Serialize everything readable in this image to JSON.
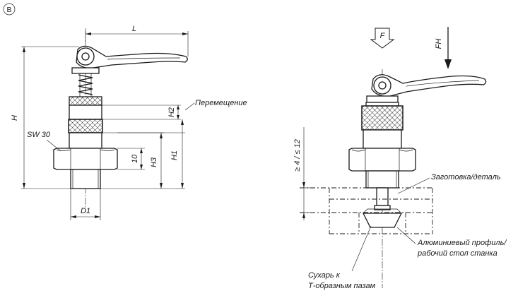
{
  "view_label": "B",
  "left_view": {
    "dimensions": {
      "length": "L",
      "height": "H",
      "h1": "H1",
      "h2": "H2",
      "h3": "H3",
      "ten": "10",
      "d1": "D1",
      "wrench": "SW 30"
    },
    "travel_label": "Перемещение"
  },
  "right_view": {
    "force_f": "F",
    "force_fh": "FH",
    "stroke_range": "≥ 4 / ≤ 12",
    "workpiece_label": "Заготовка/деталь",
    "profile_label_line1": "Алюминиевый профиль/",
    "profile_label_line2": "рабочий стол станка",
    "slot_nut_line1": "Сухарь к",
    "slot_nut_line2": "Т-образным пазам"
  }
}
